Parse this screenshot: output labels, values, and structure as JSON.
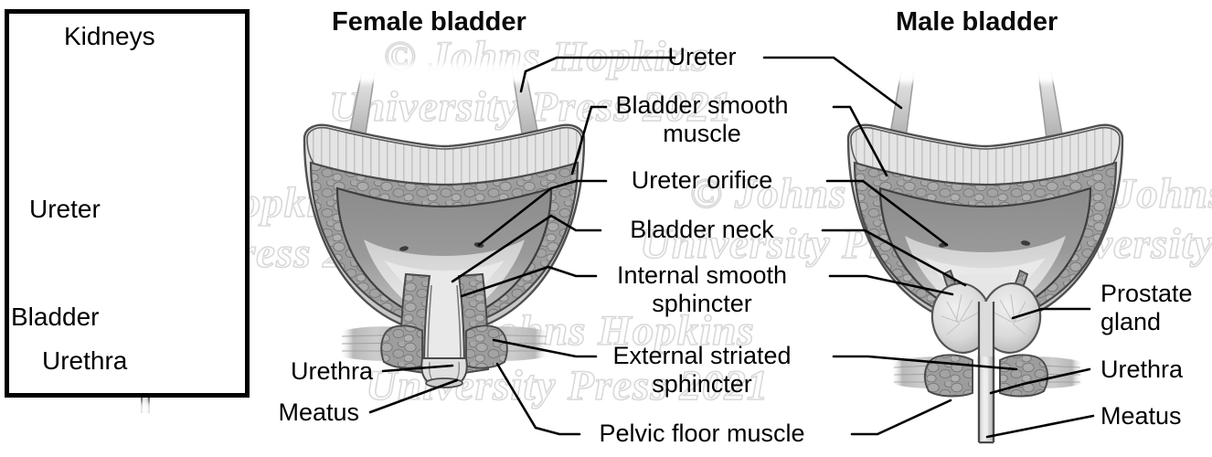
{
  "figure": {
    "caption_titles": {
      "female": "Female bladder",
      "male": "Male bladder"
    },
    "watermark": {
      "line1": "© Johns Hopkins",
      "line2": "University Press 2021",
      "color": "#d9d9d9"
    },
    "inset": {
      "labels": {
        "kidneys": "Kidneys",
        "ureter": "Ureter",
        "bladder": "Bladder",
        "urethra": "Urethra"
      }
    },
    "center_labels": [
      {
        "id": "ureter",
        "text": "Ureter"
      },
      {
        "id": "bladder-smooth-muscle",
        "line1": "Bladder smooth",
        "line2": "muscle"
      },
      {
        "id": "ureter-orifice",
        "text": "Ureter orifice"
      },
      {
        "id": "bladder-neck",
        "text": "Bladder neck"
      },
      {
        "id": "internal-smooth-sphincter",
        "line1": "Internal smooth",
        "line2": "sphincter"
      },
      {
        "id": "external-striated-sphincter",
        "line1": "External striated",
        "line2": "sphincter"
      },
      {
        "id": "pelvic-floor-muscle",
        "text": "Pelvic floor muscle"
      }
    ],
    "left_labels": {
      "urethra": "Urethra",
      "meatus": "Meatus"
    },
    "right_labels": {
      "prostate_line1": "Prostate",
      "prostate_line2": "gland",
      "urethra": "Urethra",
      "meatus": "Meatus"
    },
    "colors": {
      "muscle_layer": "#9d9d9d",
      "mucosa": "#8e8e8e",
      "lumen": "#d8d8d8",
      "outline": "#4a4a4a",
      "leader_line": "#000000",
      "kidney_fill": "#9a9a9a",
      "background": "#ffffff"
    }
  }
}
